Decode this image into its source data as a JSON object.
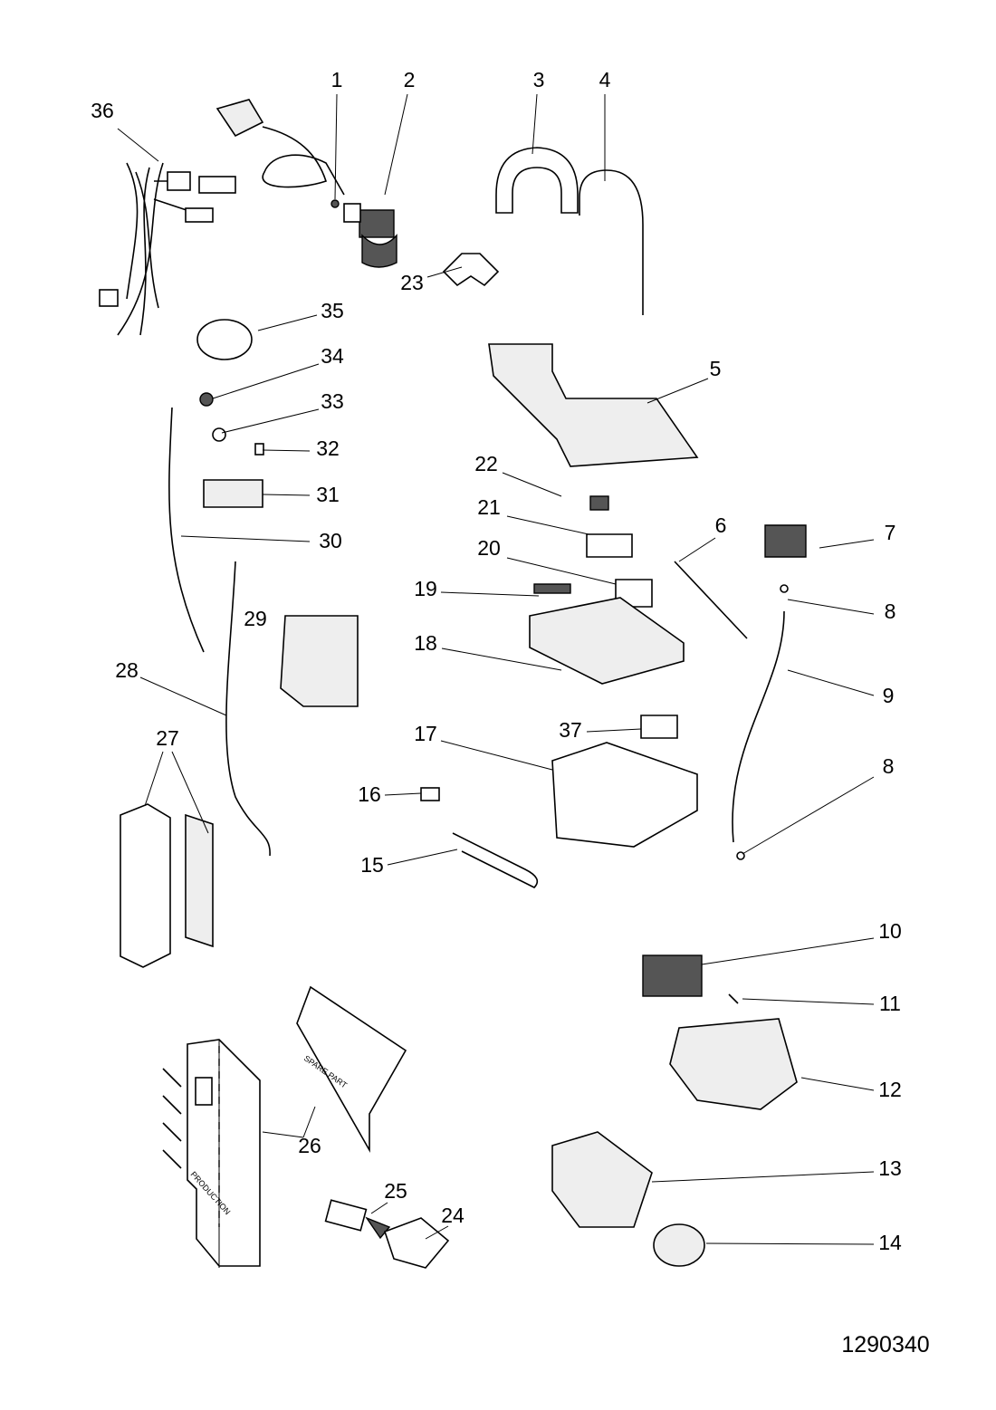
{
  "diagram_code": "1290340",
  "sheet_texts": {
    "spare_part": "SPARE PART",
    "production": "PRODUCTION"
  },
  "labels": [
    "1",
    "2",
    "3",
    "4",
    "36",
    "23",
    "35",
    "34",
    "33",
    "32",
    "31",
    "30",
    "5",
    "22",
    "21",
    "6",
    "7",
    "20",
    "19",
    "8",
    "29",
    "18",
    "9",
    "28",
    "37",
    "17",
    "27",
    "8",
    "16",
    "15",
    "10",
    "11",
    "12",
    "26",
    "13",
    "25",
    "24",
    "14"
  ]
}
